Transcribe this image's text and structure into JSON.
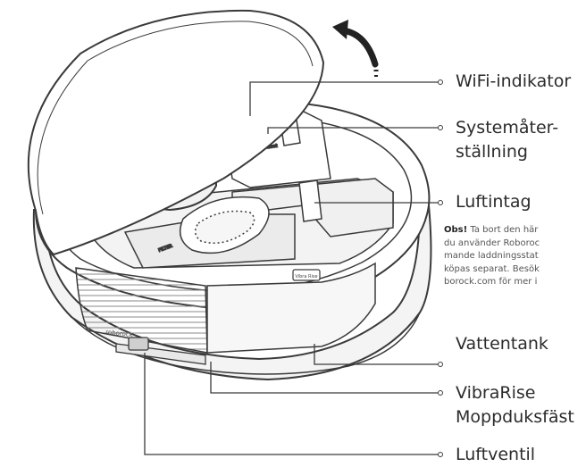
{
  "labels": {
    "wifi": "WiFi-indikator",
    "reset_line1": "Systemåter-",
    "reset_line2": "ställning",
    "air_intake": "Luftintag",
    "water_tank": "Vattentank",
    "mop_line1": "VibraRise",
    "mop_line2": "Moppduksfäst",
    "air_vent": "Luftventil"
  },
  "note": {
    "bold": "Obs!",
    "line1": "Ta bort den här",
    "line2": "du använder Roboroc",
    "line3": "mande laddningsstat",
    "line4": "köpas separat. Besök",
    "line5": "borock.com för mer i"
  },
  "device": {
    "wifi_reset_text": "← Wi-Fi  ⊕ Reset",
    "filter_tag": "FILTER",
    "tank_tag": "Vibra Rise",
    "brand": "roborock"
  },
  "colors": {
    "line": "#3a3a3a",
    "label": "#2b2b2b",
    "body_fill": "#ffffff",
    "shade": "#f0f0f0"
  }
}
